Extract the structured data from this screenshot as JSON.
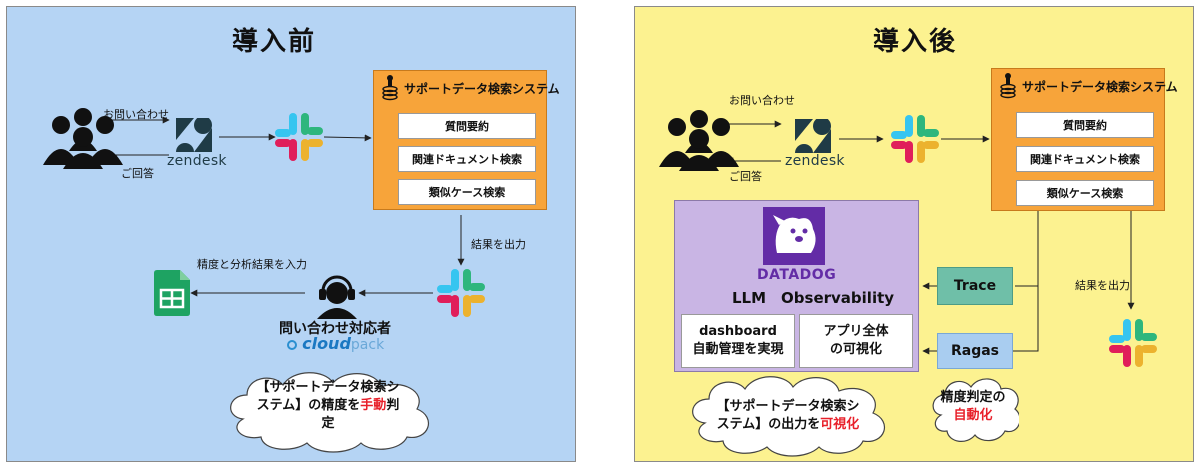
{
  "before": {
    "title": "導入前",
    "inquiry_label": "お問い合わせ",
    "reply_label": "ご回答",
    "zendesk_label": "zendesk",
    "system": {
      "title": "サポートデータ検索システム",
      "items": [
        "質問要約",
        "関連ドキュメント検索",
        "類似ケース検索"
      ]
    },
    "result_label": "結果を出力",
    "input_label": "精度と分析結果を入力",
    "operator_label": "問い合わせ対応者",
    "cloudpack_label": {
      "bold": "cloud",
      "light": "pack"
    },
    "cloud_note": {
      "line1": "【サポートデータ検索シ",
      "line2_prefix": "ステム】の精度を",
      "line2_red": "手動",
      "line2_suffix": "判",
      "line3": "定"
    }
  },
  "after": {
    "title": "導入後",
    "inquiry_label": "お問い合わせ",
    "reply_label": "ご回答",
    "zendesk_label": "zendesk",
    "system": {
      "title": "サポートデータ検索システム",
      "items": [
        "質問要約",
        "関連ドキュメント検索",
        "類似ケース検索"
      ]
    },
    "datadog_label": "DATADOG",
    "llm_title": "LLM　Observability",
    "box_dashboard": {
      "line1": "dashboard",
      "line2": "自動管理を実現"
    },
    "box_app": {
      "line1": "アプリ全体",
      "line2": "の可視化"
    },
    "trace_label": "Trace",
    "ragas_label": "Ragas",
    "result_label": "結果を出力",
    "judge_note": {
      "line1": "精度判定の",
      "line2_red": "自動化"
    },
    "cloud_note": {
      "line1": "【サポートデータ検索シ",
      "line2_prefix": "ステム】の出力を",
      "line2_red": "可視化"
    }
  },
  "colors": {
    "before_bg": "#b5d4f4",
    "after_bg": "#fcf290",
    "system_orange": "#f7a43a",
    "llm_purple": "#c9b5e4",
    "trace_teal": "#6fbfa8",
    "ragas_blue": "#a9cdf0",
    "accent_red": "#e8202a"
  }
}
